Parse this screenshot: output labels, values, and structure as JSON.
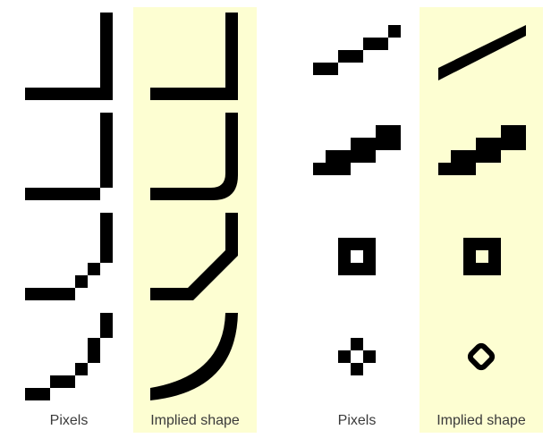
{
  "captions": {
    "left_pixels": "Pixels",
    "left_implied": "Implied shape",
    "right_pixels": "Pixels",
    "right_implied": "Implied shape"
  },
  "colors": {
    "panel_background": "#fdfed2",
    "page_background": "#ffffff",
    "ink": "#000000",
    "caption_text": "#3a3a3a"
  },
  "examples": [
    "right-angle corner",
    "rounded corner",
    "chamfered corner",
    "curved arc",
    "shallow diagonal line",
    "staircase diagonal",
    "hollow square",
    "small diamond"
  ]
}
